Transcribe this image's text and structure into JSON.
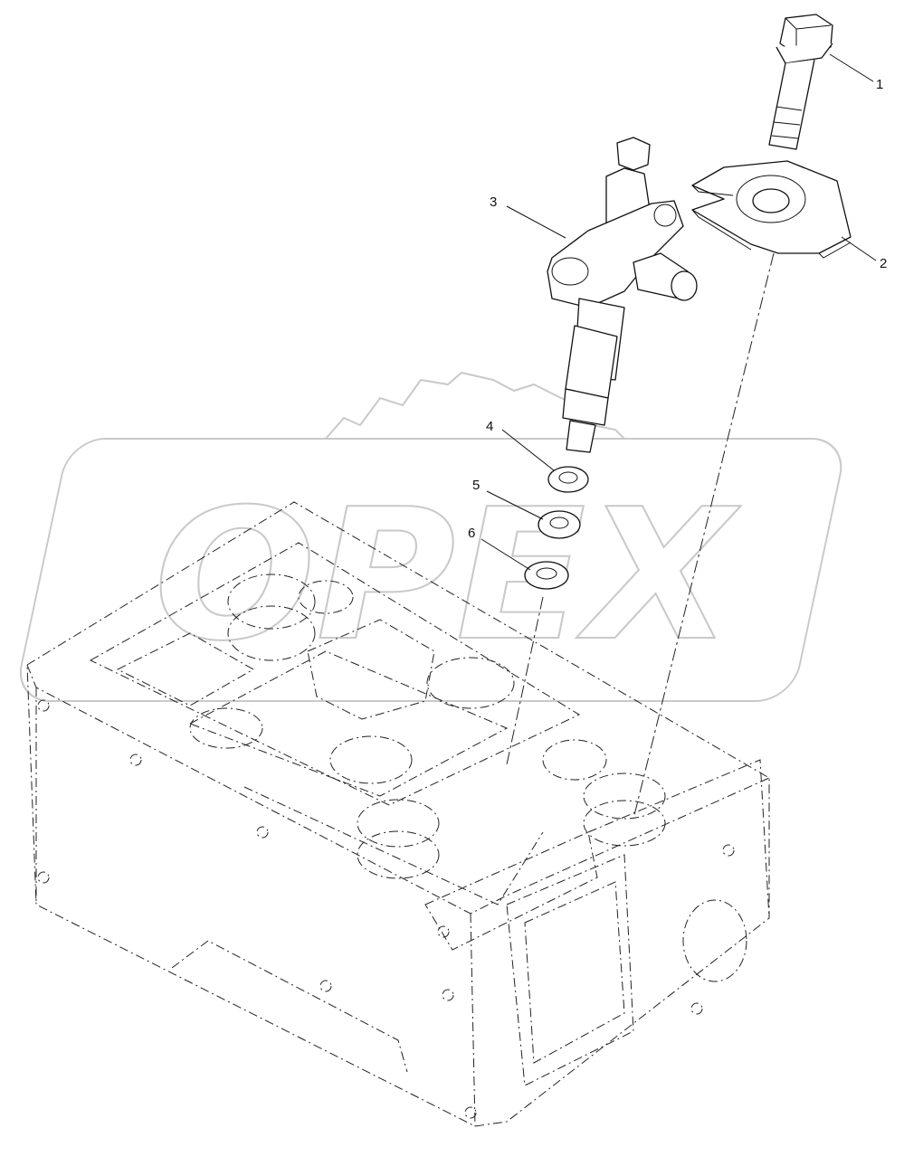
{
  "diagram": {
    "watermark": "OPEX",
    "callouts": [
      {
        "label": "1",
        "part": "bolt"
      },
      {
        "label": "2",
        "part": "clamp"
      },
      {
        "label": "3",
        "part": "injector"
      },
      {
        "label": "4",
        "part": "washer"
      },
      {
        "label": "5",
        "part": "washer"
      },
      {
        "label": "6",
        "part": "washer"
      }
    ]
  }
}
